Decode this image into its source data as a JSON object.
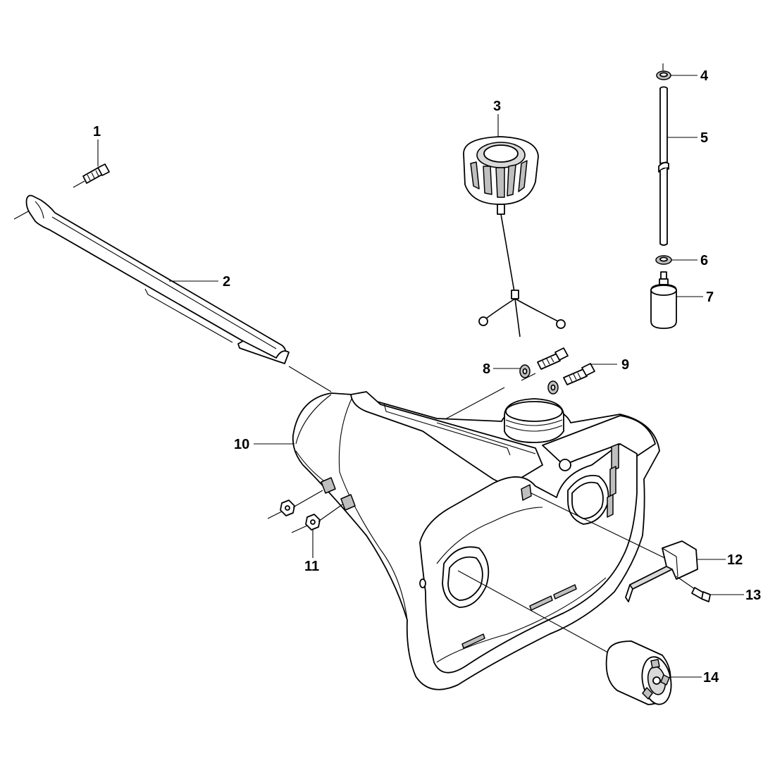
{
  "diagram": {
    "type": "exploded-parts-view",
    "parts": [
      {
        "number": "1",
        "name": "screw-part"
      },
      {
        "number": "2",
        "name": "handle-rail-part"
      },
      {
        "number": "3",
        "name": "fuel-cap-part"
      },
      {
        "number": "4",
        "name": "grommet-upper-part"
      },
      {
        "number": "5",
        "name": "fuel-hose-part"
      },
      {
        "number": "6",
        "name": "grommet-lower-part"
      },
      {
        "number": "7",
        "name": "fuel-filter-part"
      },
      {
        "number": "8",
        "name": "washer-screw-part"
      },
      {
        "number": "9",
        "name": "washer-screw-part"
      },
      {
        "number": "10",
        "name": "fuel-tank-part"
      },
      {
        "number": "11",
        "name": "nut-part"
      },
      {
        "number": "12",
        "name": "bracket-part"
      },
      {
        "number": "13",
        "name": "small-screw-part"
      },
      {
        "number": "14",
        "name": "damper-part"
      }
    ],
    "colors": {
      "line": "#000000",
      "fill": "#ffffff",
      "shade": "#d9d9d9"
    }
  }
}
